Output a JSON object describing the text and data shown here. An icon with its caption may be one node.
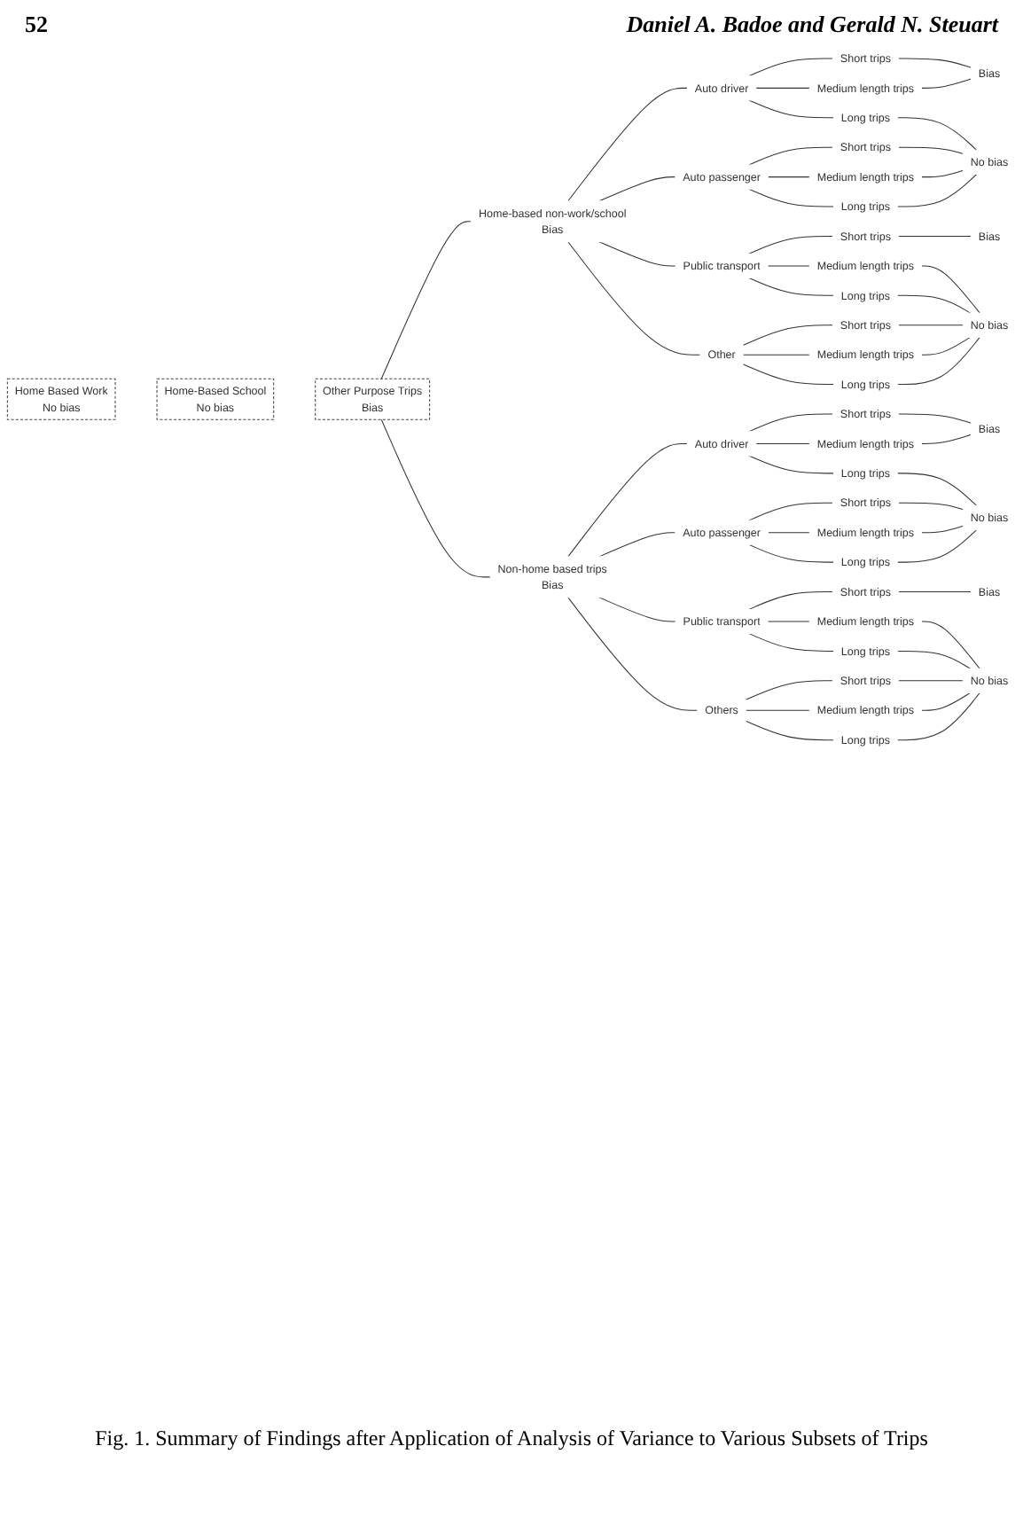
{
  "diagram": {
    "caption": "Fig. 1. Summary of Findings after Application of Analysis of Variance to Various Subsets of Trips",
    "nodes": [
      {
        "text": [
          "Home Based Work",
          "No bias"
        ]
      },
      {
        "text": [
          "Home-Based School",
          "No bias"
        ]
      },
      {
        "text": [
          "Other Purpose Trips",
          "Bias"
        ]
      },
      {
        "text": [
          "Home-based non-work/school",
          "Bias"
        ]
      },
      {
        "text": [
          "Non-home based trips",
          "Bias"
        ]
      },
      {
        "text": [
          "Auto driver"
        ]
      },
      {
        "text": [
          "Short trips"
        ]
      },
      {
        "text": [
          "Medium length trips"
        ]
      },
      {
        "text": [
          "Long trips"
        ]
      },
      {
        "text": [
          "Auto passenger"
        ]
      },
      {
        "text": [
          "Short trips"
        ]
      },
      {
        "text": [
          "Medium length trips"
        ]
      },
      {
        "text": [
          "Long trips"
        ]
      },
      {
        "text": [
          "Public transport"
        ]
      },
      {
        "text": [
          "Short trips"
        ]
      },
      {
        "text": [
          "Medium length trips"
        ]
      },
      {
        "text": [
          "Long trips"
        ]
      },
      {
        "text": [
          "Other"
        ]
      },
      {
        "text": [
          "Short trips"
        ]
      },
      {
        "text": [
          "Medium length trips"
        ]
      },
      {
        "text": [
          "Long trips"
        ]
      },
      {
        "text": [
          "Bias"
        ]
      },
      {
        "text": [
          "No bias"
        ]
      },
      {
        "text": [
          "Bias"
        ]
      },
      {
        "text": [
          "No bias"
        ]
      },
      {
        "text": [
          "Auto driver"
        ]
      },
      {
        "text": [
          "Short trips"
        ]
      },
      {
        "text": [
          "Medium length trips"
        ]
      },
      {
        "text": [
          "Long trips"
        ]
      },
      {
        "text": [
          "Auto passenger"
        ]
      },
      {
        "text": [
          "Short trips"
        ]
      },
      {
        "text": [
          "Medium length trips"
        ]
      },
      {
        "text": [
          "Long trips"
        ]
      },
      {
        "text": [
          "Public transport"
        ]
      },
      {
        "text": [
          "Short trips"
        ]
      },
      {
        "text": [
          "Medium length trips"
        ]
      },
      {
        "text": [
          "Long trips"
        ]
      },
      {
        "text": [
          "Others"
        ]
      },
      {
        "text": [
          "Short trips"
        ]
      },
      {
        "text": [
          "Medium length trips"
        ]
      },
      {
        "text": [
          "Long trips"
        ]
      },
      {
        "text": [
          "Bias"
        ]
      },
      {
        "text": [
          "No bias"
        ]
      },
      {
        "text": [
          "Bias"
        ]
      },
      {
        "text": [
          "No bias"
        ]
      }
    ],
    "edges": [
      {
        "from": 2,
        "to": 3,
        "arrow": "none"
      },
      {
        "from": 2,
        "to": 4,
        "arrow": "none"
      },
      {
        "from": 3,
        "to": 5,
        "arrow": "none"
      },
      {
        "from": 3,
        "to": 9,
        "arrow": "none"
      },
      {
        "from": 3,
        "to": 13,
        "arrow": "none"
      },
      {
        "from": 3,
        "to": 17,
        "arrow": "none"
      },
      {
        "from": 5,
        "to": 6,
        "arrow": "none"
      },
      {
        "from": 5,
        "to": 7,
        "arrow": "none"
      },
      {
        "from": 5,
        "to": 8,
        "arrow": "none"
      },
      {
        "from": 9,
        "to": 10,
        "arrow": "none"
      },
      {
        "from": 9,
        "to": 11,
        "arrow": "none"
      },
      {
        "from": 9,
        "to": 12,
        "arrow": "none"
      },
      {
        "from": 13,
        "to": 14,
        "arrow": "none"
      },
      {
        "from": 13,
        "to": 15,
        "arrow": "none"
      },
      {
        "from": 13,
        "to": 16,
        "arrow": "none"
      },
      {
        "from": 17,
        "to": 18,
        "arrow": "none"
      },
      {
        "from": 17,
        "to": 19,
        "arrow": "none"
      },
      {
        "from": 17,
        "to": 20,
        "arrow": "none"
      },
      {
        "from": 6,
        "to": 21,
        "arrow": "none"
      },
      {
        "from": 7,
        "to": 21,
        "arrow": "none"
      },
      {
        "from": 8,
        "to": 22,
        "arrow": "none"
      },
      {
        "from": 10,
        "to": 22,
        "arrow": "none"
      },
      {
        "from": 11,
        "to": 22,
        "arrow": "none"
      },
      {
        "from": 12,
        "to": 22,
        "arrow": "none"
      },
      {
        "from": 14,
        "to": 23,
        "arrow": "none"
      },
      {
        "from": 15,
        "to": 24,
        "arrow": "none"
      },
      {
        "from": 16,
        "to": 24,
        "arrow": "none"
      },
      {
        "from": 18,
        "to": 24,
        "arrow": "none"
      },
      {
        "from": 19,
        "to": 24,
        "arrow": "none"
      },
      {
        "from": 20,
        "to": 24,
        "arrow": "none"
      },
      {
        "from": 4,
        "to": 25,
        "arrow": "none"
      },
      {
        "from": 4,
        "to": 29,
        "arrow": "none"
      },
      {
        "from": 4,
        "to": 33,
        "arrow": "none"
      },
      {
        "from": 4,
        "to": 37,
        "arrow": "none"
      },
      {
        "from": 25,
        "to": 26,
        "arrow": "none"
      },
      {
        "from": 25,
        "to": 27,
        "arrow": "none"
      },
      {
        "from": 25,
        "to": 28,
        "arrow": "none"
      },
      {
        "from": 29,
        "to": 30,
        "arrow": "none"
      },
      {
        "from": 29,
        "to": 31,
        "arrow": "none"
      },
      {
        "from": 29,
        "to": 32,
        "arrow": "none"
      },
      {
        "from": 33,
        "to": 34,
        "arrow": "none"
      },
      {
        "from": 33,
        "to": 35,
        "arrow": "none"
      },
      {
        "from": 33,
        "to": 36,
        "arrow": "none"
      },
      {
        "from": 37,
        "to": 38,
        "arrow": "none"
      },
      {
        "from": 37,
        "to": 39,
        "arrow": "none"
      },
      {
        "from": 37,
        "to": 40,
        "arrow": "none"
      },
      {
        "from": 26,
        "to": 41,
        "arrow": "none"
      },
      {
        "from": 27,
        "to": 41,
        "arrow": "none"
      },
      {
        "from": 28,
        "to": 42,
        "arrow": "none"
      },
      {
        "from": 30,
        "to": 42,
        "arrow": "none"
      },
      {
        "from": 31,
        "to": 42,
        "arrow": "none"
      },
      {
        "from": 32,
        "to": 42,
        "arrow": "none"
      },
      {
        "from": 34,
        "to": 43,
        "arrow": "none"
      },
      {
        "from": 35,
        "to": 44,
        "arrow": "none"
      },
      {
        "from": 36,
        "to": 44,
        "arrow": "none"
      },
      {
        "from": 38,
        "to": 44,
        "arrow": "none"
      },
      {
        "from": 39,
        "to": 44,
        "arrow": "none"
      },
      {
        "from": 40,
        "to": 44,
        "arrow": "none"
      }
    ],
    "labels": [
      "52",
      "Daniel A. Badoe and Gerald N. Steuart"
    ]
  }
}
